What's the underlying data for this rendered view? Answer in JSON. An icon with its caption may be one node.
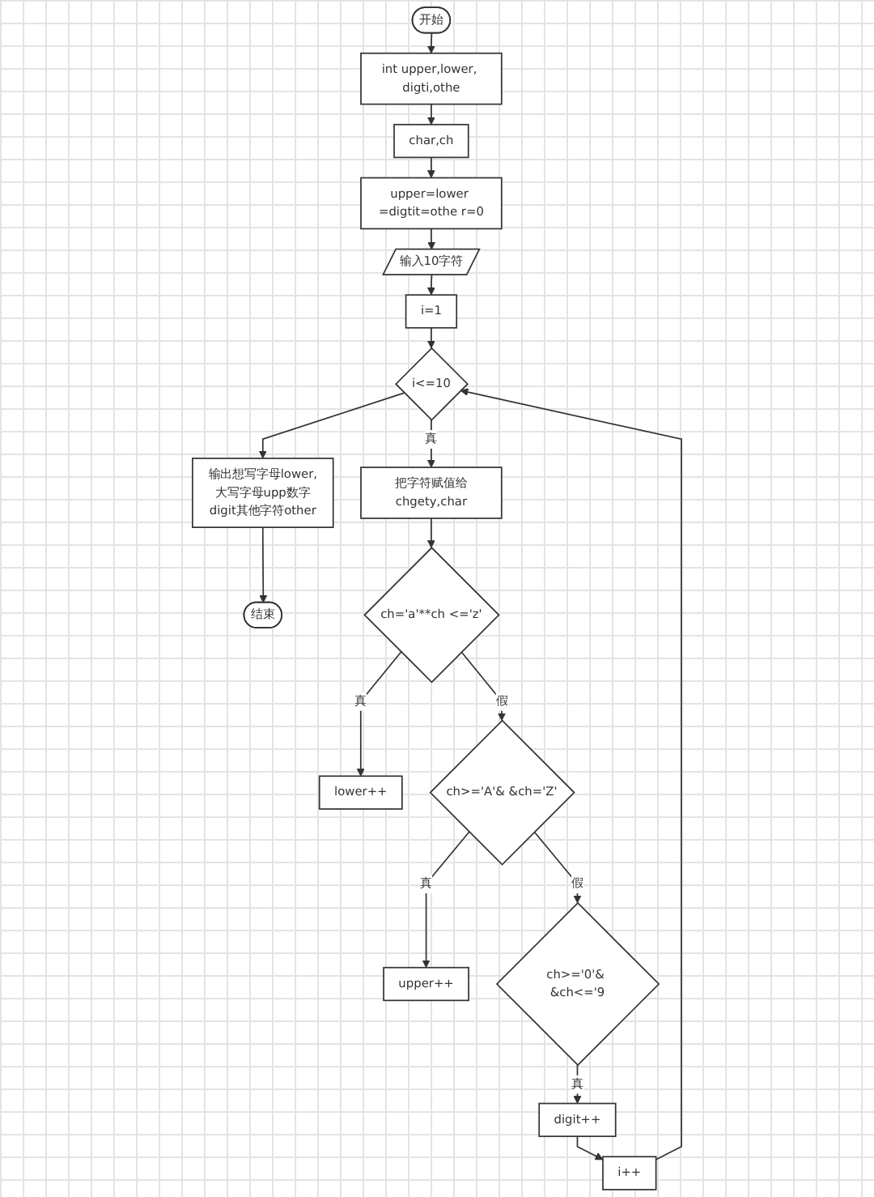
{
  "diagram": {
    "nodes": [
      {
        "text": [
          "开始"
        ]
      },
      {
        "text": [
          "int upper,lower, digti,othe"
        ]
      },
      {
        "text": [
          "char,ch"
        ]
      },
      {
        "text": [
          "upper=lower =digtit=othe r=0"
        ]
      },
      {
        "text": [
          "输入10字符"
        ]
      },
      {
        "text": [
          "i=1"
        ]
      },
      {
        "text": [
          "i<=10"
        ]
      },
      {
        "text": [
          "把字符赋值给chgety,char"
        ]
      },
      {
        "text": [
          "输出想写字母lower,大写字母upp数字digit其他字符other"
        ]
      },
      {
        "text": [
          "结束"
        ]
      },
      {
        "text": [
          "ch='a'**ch <='z'"
        ]
      },
      {
        "text": [
          "lower++"
        ]
      },
      {
        "text": [
          "ch>='A'& &ch='Z'"
        ]
      },
      {
        "text": [
          "upper++"
        ]
      },
      {
        "text": [
          "ch>='0'& &ch<='9"
        ]
      },
      {
        "text": [
          "digit++"
        ]
      },
      {
        "text": [
          "i++"
        ]
      }
    ],
    "edges": [
      {
        "from": 0,
        "to": 1,
        "arrow": "to"
      },
      {
        "from": 1,
        "to": 2,
        "arrow": "to"
      },
      {
        "from": 2,
        "to": 3,
        "arrow": "to"
      },
      {
        "from": 3,
        "to": 4,
        "arrow": "to"
      },
      {
        "from": 4,
        "to": 5,
        "arrow": "to"
      },
      {
        "from": 5,
        "to": 6,
        "arrow": "to"
      },
      {
        "from": 6,
        "to": 7,
        "arrow": "to",
        "label": "真"
      },
      {
        "from": 6,
        "to": 8,
        "arrow": "to"
      },
      {
        "from": 8,
        "to": 9,
        "arrow": "to"
      },
      {
        "from": 7,
        "to": 10,
        "arrow": "to"
      },
      {
        "from": 10,
        "to": 11,
        "arrow": "to",
        "label": "真"
      },
      {
        "from": 10,
        "to": 12,
        "arrow": "to",
        "label": "假"
      },
      {
        "from": 12,
        "to": 13,
        "arrow": "to",
        "label": "真"
      },
      {
        "from": 12,
        "to": 14,
        "arrow": "to",
        "label": "假"
      },
      {
        "from": 14,
        "to": 15,
        "arrow": "to",
        "label": "真"
      },
      {
        "from": 15,
        "to": 16,
        "arrow": "to"
      },
      {
        "from": 16,
        "to": 6,
        "arrow": "to"
      }
    ]
  }
}
